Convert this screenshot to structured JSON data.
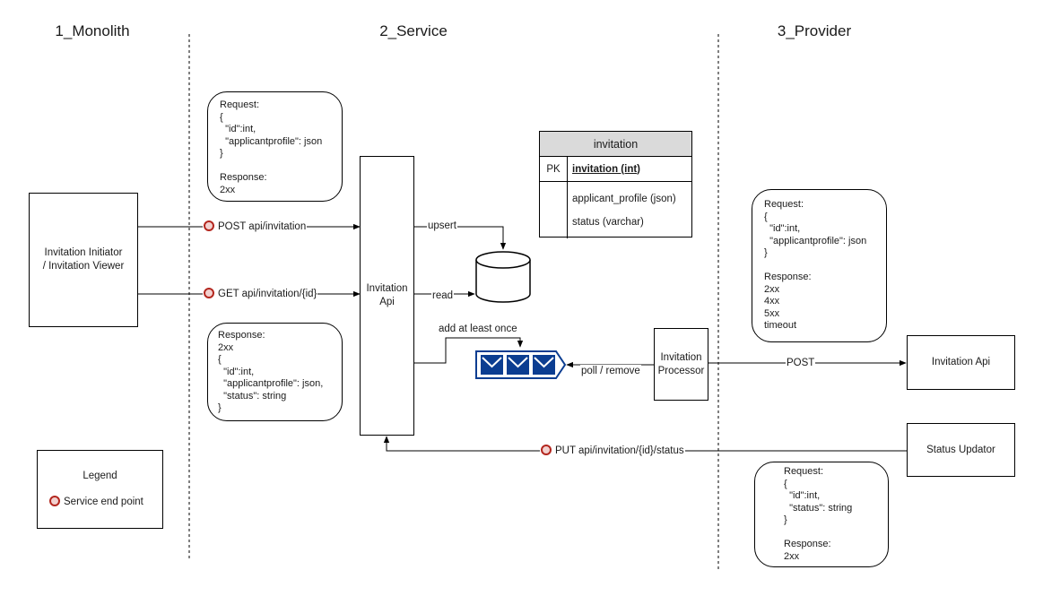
{
  "lanes": [
    "1_Monolith",
    "2_Service",
    "3_Provider"
  ],
  "nodes": {
    "initiator": "Invitation Initiator\n/ Invitation Viewer",
    "service_api": "Invitation\nApi",
    "processor": "Invitation\nProcessor",
    "provider_api": "Invitation Api",
    "status_updator": "Status Updator"
  },
  "table": {
    "name": "invitation",
    "pk_label": "PK",
    "pk_field": "invitation (int)",
    "fields": [
      "applicant_profile (json)",
      "status (varchar)"
    ]
  },
  "notes": {
    "post_request": "Request:\n{\n  \"id\":int,\n  \"applicantprofile\": json\n}\n\nResponse:\n2xx",
    "get_response": "Response:\n2xx\n{\n  \"id\":int,\n  \"applicantprofile\": json,\n  \"status\": string\n}",
    "provider_request": "Request:\n{\n  \"id\":int,\n  \"applicantprofile\": json\n}\n\nResponse:\n2xx\n4xx\n5xx\ntimeout",
    "status_request": "Request:\n{\n  \"id\":int,\n  \"status\": string\n}\n\nResponse:\n2xx"
  },
  "edges": {
    "post": "POST api/invitation",
    "get": "GET api/invitation/{id}",
    "upsert": "upsert",
    "read": "read",
    "add": "add at least once",
    "poll": "poll / remove",
    "provider_post": "POST",
    "put": "PUT api/invitation/{id}/status"
  },
  "legend": {
    "title": "Legend",
    "item": "Service end point"
  },
  "colors": {
    "queue": "#0b3d91",
    "endpoint": "#b3261e",
    "table_header": "#dadada"
  }
}
